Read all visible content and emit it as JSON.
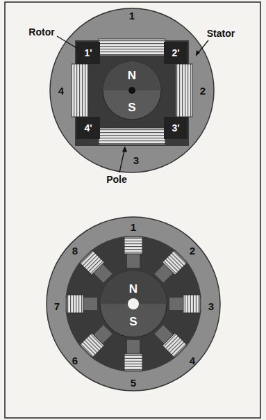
{
  "diagram": {
    "labels": [
      "Rotor",
      "Stator",
      "1",
      "1'",
      "2'",
      "N",
      "4",
      "2",
      "S",
      "4'",
      "3'",
      "3",
      "Pole",
      "1",
      "8",
      "2",
      "7",
      "N",
      "3",
      "S",
      "6",
      "4",
      "5"
    ]
  }
}
